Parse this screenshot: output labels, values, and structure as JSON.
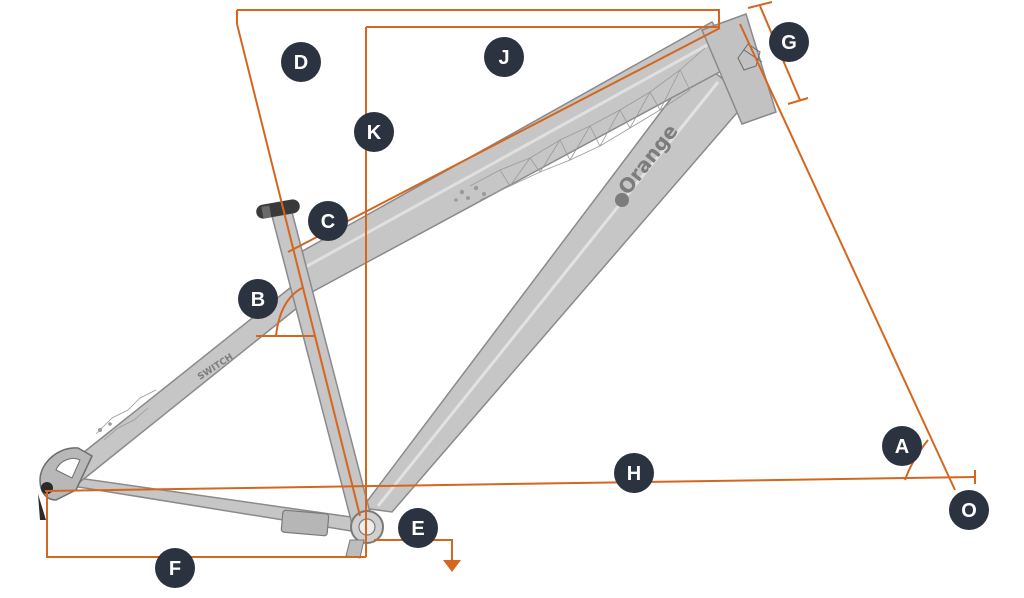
{
  "diagram": {
    "frame_color": "#c9c9c9",
    "frame_outline": "#8a8a8a",
    "dimension_color": "#d4661f",
    "badge_color": "#2b3240",
    "badges": [
      {
        "id": "A",
        "label": "A"
      },
      {
        "id": "B",
        "label": "B"
      },
      {
        "id": "C",
        "label": "C"
      },
      {
        "id": "D",
        "label": "D"
      },
      {
        "id": "E",
        "label": "E"
      },
      {
        "id": "F",
        "label": "F"
      },
      {
        "id": "G",
        "label": "G"
      },
      {
        "id": "H",
        "label": "H"
      },
      {
        "id": "J",
        "label": "J"
      },
      {
        "id": "K",
        "label": "K"
      },
      {
        "id": "O",
        "label": "O"
      }
    ],
    "frame_logo": "Orange",
    "frame_model": "SWITCH"
  }
}
